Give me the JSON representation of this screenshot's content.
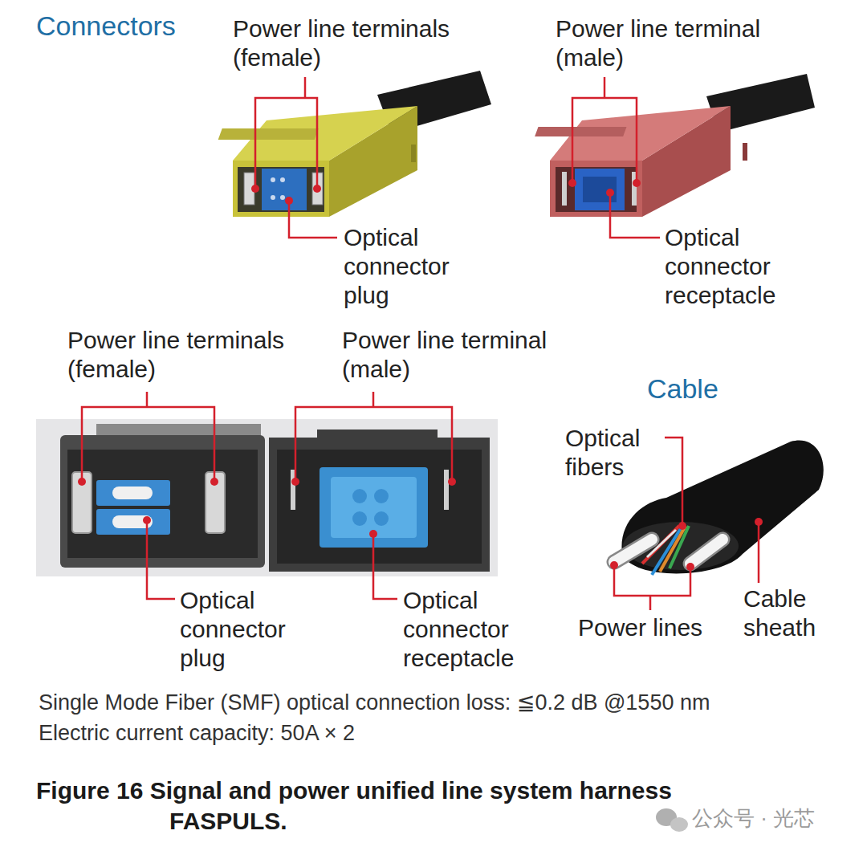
{
  "diagram": {
    "caption": "Figure 16 Signal and power unified line system harness FASPULS.",
    "labels": [
      "Connectors",
      "Power line terminals (female)",
      "Power line terminal (male)",
      "Optical connector plug",
      "Optical connector receptacle",
      "Power line terminals (female)",
      "Power line terminal (male)",
      "Cable",
      "Optical fibers",
      "Optical connector plug",
      "Optical connector receptacle",
      "Power lines",
      "Cable sheath",
      "Single Mode Fiber (SMF) optical connection loss: ≦0.2 dB @1550 nm",
      "Electric current capacity: 50A × 2",
      "公众号 · 光芯"
    ]
  }
}
